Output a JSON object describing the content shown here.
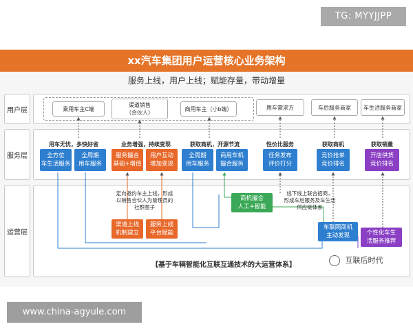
{
  "watermarks": {
    "tg": "TG: MYYJJPP",
    "site": "www.china-agyule.com"
  },
  "header": {
    "title": "xx汽车集团用户运营核心业务架构",
    "subtitle": "服务上线，用户上线；赋能存量，带动增量"
  },
  "layers": {
    "user": "用户层",
    "service": "服务层",
    "operation": "运营层"
  },
  "user_layer": {
    "passenger_owner": "乘用车主C端",
    "channel_sales": "渠道销售\n（合伙人）",
    "commercial_owner": "商用车主（小b端）",
    "car_demand": "用车需求方",
    "aftersales_merchant": "车后服务商家",
    "life_merchant": "车生活服务商家"
  },
  "service_layer": {
    "col1": {
      "title": "用车无忧，多快好省",
      "btn1": "全方位\n车生活服务",
      "btn2": "全周期\n用车服务"
    },
    "col2": {
      "title": "业务增强，持续变现",
      "btn1": "服务撮合\n基础+增值",
      "btn2": "用户互动\n增加变现"
    },
    "col3": {
      "title": "获取商机，开源节流",
      "btn1": "全周期\n用车服务",
      "btn2": "商用车机\n撮合服务"
    },
    "col4": {
      "title": "性价比服务",
      "btn1": "任务发布\n评价打分"
    },
    "col5": {
      "title": "获取商机",
      "btn1": "竞价抢单\n竞价排名"
    },
    "col6": {
      "title": "获取销量",
      "btn1": "开店供货\n竞价排名"
    }
  },
  "operation_layer": {
    "note_left": "定向邀约车主上线，形成\n以销售合伙人为管理员的\n社群圈子",
    "btn_channel": "渠道上线\n机制建立",
    "btn_service": "服务上线\n平台赋能",
    "btn_match": "商机撮合\n人工+智能",
    "note_right": "线下线上联合招商，\n形成车后服务及车生活\n供应链体系",
    "btn_iov": "车联网商机\n主动发现",
    "btn_personal": "个性化车生\n活服务推荐",
    "banner": "【基于车辆智能化互联互通技术的大运营体系】"
  },
  "brand": "互联后时代",
  "colors": {
    "title_bar": "#e57428",
    "blue": "#2e7fcf",
    "orange": "#e8682a",
    "green": "#3aa856",
    "purple": "#8a3fc4"
  }
}
